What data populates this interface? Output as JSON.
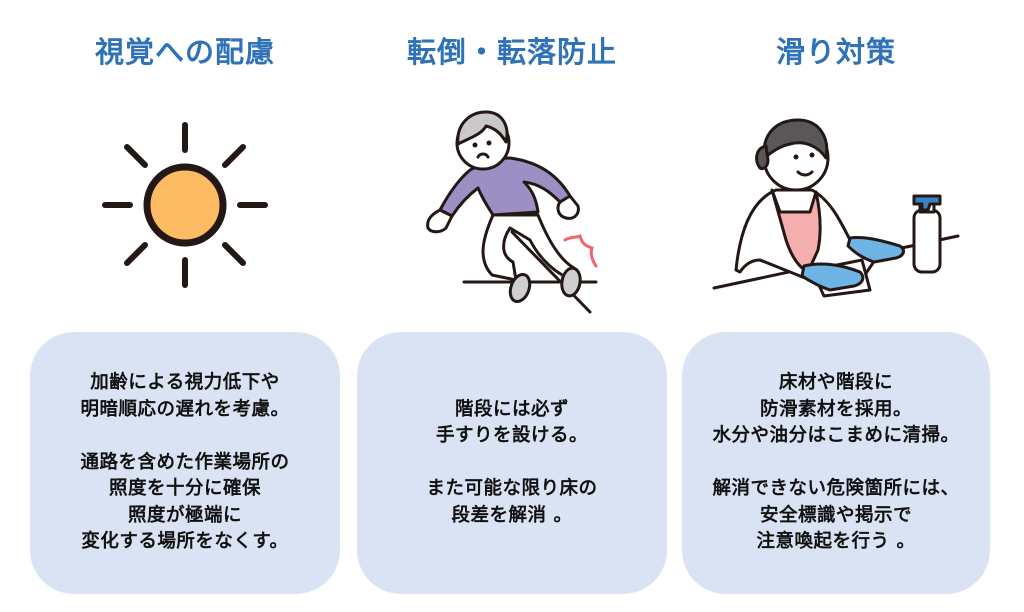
{
  "columns": [
    {
      "title": "視覚への配慮",
      "illustration": "sun-icon",
      "colors": {
        "sun_fill": "#fdbb63",
        "stroke": "#231815"
      },
      "paragraphs": [
        [
          "加齢による視力低下や",
          "明暗順応の遅れを考慮。"
        ],
        [
          "通路を含めた作業場所の",
          "照度を十分に確保",
          "照度が極端に",
          "変化する場所をなくす。"
        ]
      ]
    },
    {
      "title": "転倒・転落防止",
      "illustration": "falling-person-icon",
      "colors": {
        "shirt": "#9b8fc4",
        "hair": "#c9c9c9",
        "shoes": "#cfcfcf",
        "impact": "#f0666b",
        "stroke": "#231815"
      },
      "paragraphs": [
        [
          "階段には必ず",
          "手すりを設ける。"
        ],
        [
          "また可能な限り床の",
          "段差を解消 。"
        ]
      ]
    },
    {
      "title": "滑り対策",
      "illustration": "cleaning-person-icon",
      "colors": {
        "apron": "#f4aeae",
        "hair": "#595757",
        "gloves": "#6db3e4",
        "spray_nozzle": "#3b82c4",
        "stroke": "#231815"
      },
      "paragraphs": [
        [
          "床材や階段に",
          "防滑素材を採用。",
          "水分や油分はこまめに清掃。"
        ],
        [
          "解消できない危険箇所には、",
          "安全標識や掲示で",
          "注意喚起を行う 。"
        ]
      ]
    }
  ],
  "colors": {
    "title": "#2f72b8",
    "card_bg": "#dae3f3",
    "text": "#111111"
  }
}
